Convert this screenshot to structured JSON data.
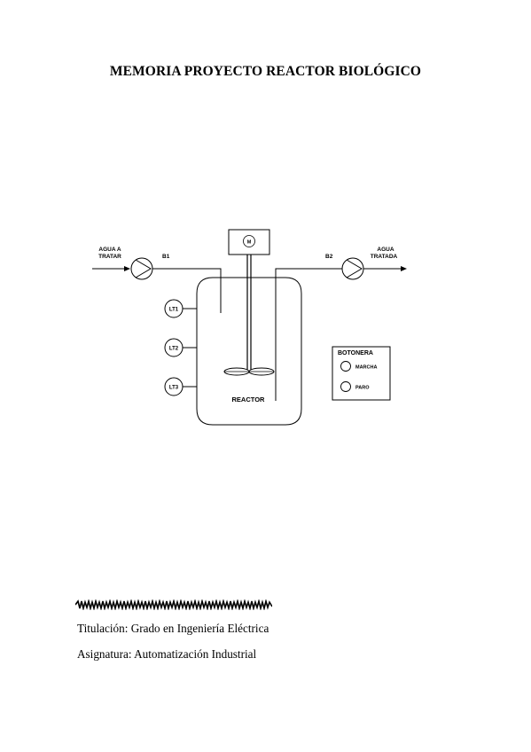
{
  "document": {
    "title": "MEMORIA PROYECTO REACTOR BIOLÓGICO",
    "titulacion": "Titulación: Grado en Ingeniería Eléctrica",
    "asignatura": "Asignatura: Automatización Industrial"
  },
  "diagram": {
    "inlet_label_line1": "AGUA A",
    "inlet_label_line2": "TRATAR",
    "outlet_label_line1": "AGUA",
    "outlet_label_line2": "TRATADA",
    "pump1": "B1",
    "pump2": "B2",
    "motor": "M",
    "level_sensors": [
      "LT1",
      "LT2",
      "LT3"
    ],
    "reactor": "REACTOR",
    "panel": {
      "title": "BOTONERA",
      "buttons": [
        "MARCHA",
        "PARO"
      ]
    }
  }
}
